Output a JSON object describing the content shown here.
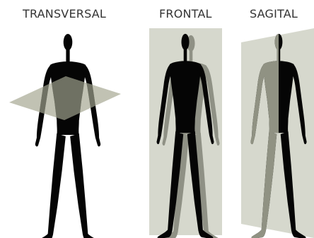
{
  "labels": {
    "transversal": "TRANSVERSAL",
    "frontal": "FRONTAL",
    "sagital": "SAGITAL"
  },
  "colors": {
    "figure": "#050505",
    "plane": "#a9ab96",
    "plane_light": "#d6d8cd",
    "figure_behind_plane": "#909283",
    "text": "#333333",
    "background": "#ffffff"
  }
}
